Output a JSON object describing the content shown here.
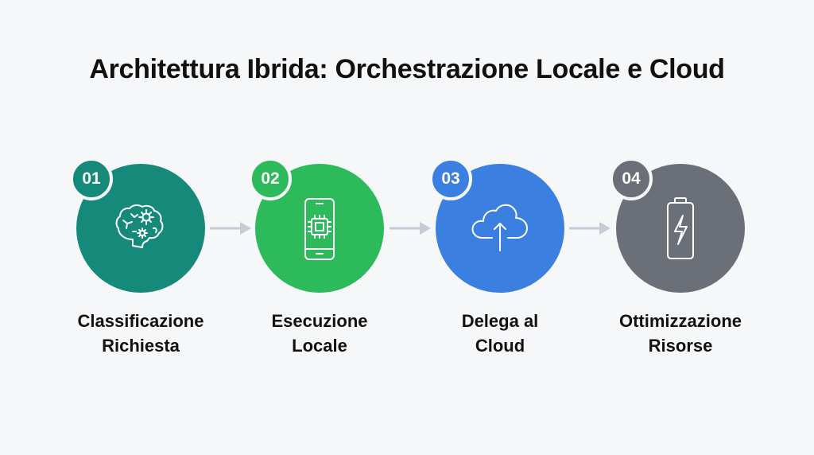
{
  "title": "Architettura Ibrida: Orchestrazione Locale e Cloud",
  "colors": {
    "background": "#f6f7f8",
    "arrow": "#c5ccd6",
    "text": "#111111"
  },
  "steps": [
    {
      "number": "01",
      "label_line1": "Classificazione",
      "label_line2": "Richiesta",
      "icon": "brain-gears-icon",
      "color": "#168a7a"
    },
    {
      "number": "02",
      "label_line1": "Esecuzione",
      "label_line2": "Locale",
      "icon": "smartphone-chip-icon",
      "color": "#2dba5b"
    },
    {
      "number": "03",
      "label_line1": "Delega al",
      "label_line2": "Cloud",
      "icon": "cloud-upload-icon",
      "color": "#3b7fe0"
    },
    {
      "number": "04",
      "label_line1": "Ottimizzazione",
      "label_line2": "Risorse",
      "icon": "battery-charging-icon",
      "color": "#6b6f78"
    }
  ]
}
